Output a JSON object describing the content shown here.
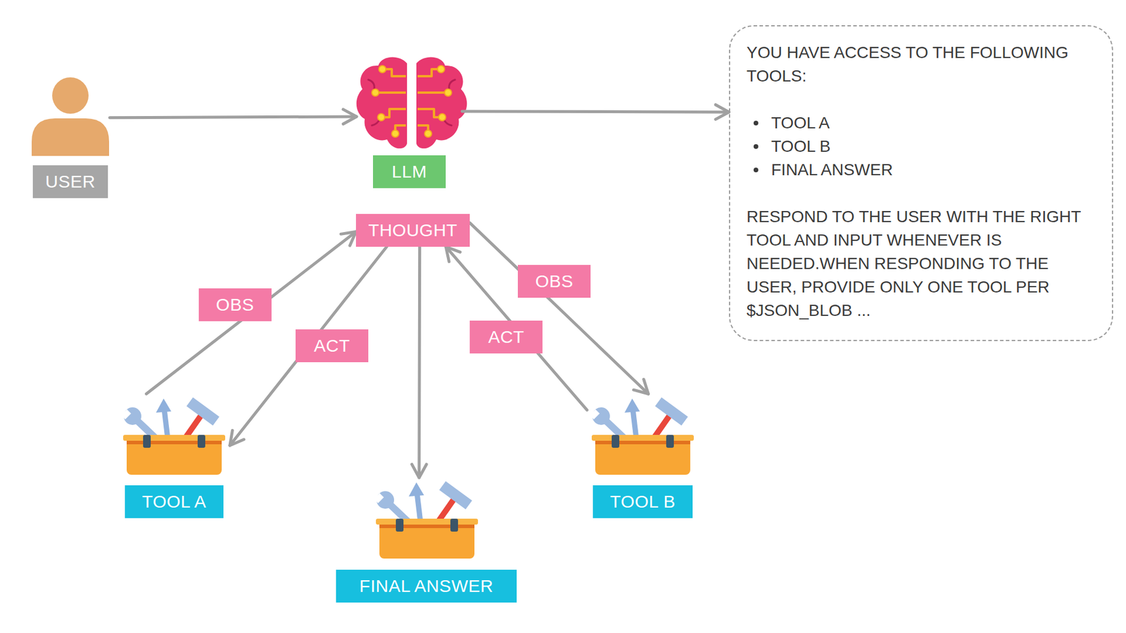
{
  "diagram": {
    "nodes": [
      {
        "text": [
          "USER"
        ]
      },
      {
        "text": [
          "LLM"
        ]
      },
      {
        "text": [
          "YOU HAVE ACCESS TO THE FOLLOWING TOOLS:",
          "TOOL A",
          "TOOL B",
          "FINAL ANSWER",
          "RESPOND TO THE USER WITH THE RIGHT TOOL AND INPUT WHENEVER IS NEEDED.WHEN RESPONDING TO THE USER, PROVIDE ONLY ONE TOOL PER $JSON_BLOB ..."
        ]
      },
      {
        "text": [
          "THOUGHT"
        ]
      },
      {
        "text": [
          "TOOL A"
        ]
      },
      {
        "text": [
          "FINAL ANSWER"
        ]
      },
      {
        "text": [
          "TOOL B"
        ]
      }
    ],
    "edges": [
      {
        "from": 0,
        "to": 1,
        "arrow": "to"
      },
      {
        "from": 1,
        "to": 2,
        "arrow": "to"
      },
      {
        "from": 4,
        "to": 3,
        "label": "OBS",
        "arrow": "to"
      },
      {
        "from": 3,
        "to": 4,
        "label": "ACT",
        "arrow": "to"
      },
      {
        "from": 3,
        "to": 5,
        "arrow": "to"
      },
      {
        "from": 6,
        "to": 3,
        "label": "ACT",
        "arrow": "to"
      },
      {
        "from": 3,
        "to": 6,
        "label": "OBS",
        "arrow": "to"
      }
    ]
  }
}
